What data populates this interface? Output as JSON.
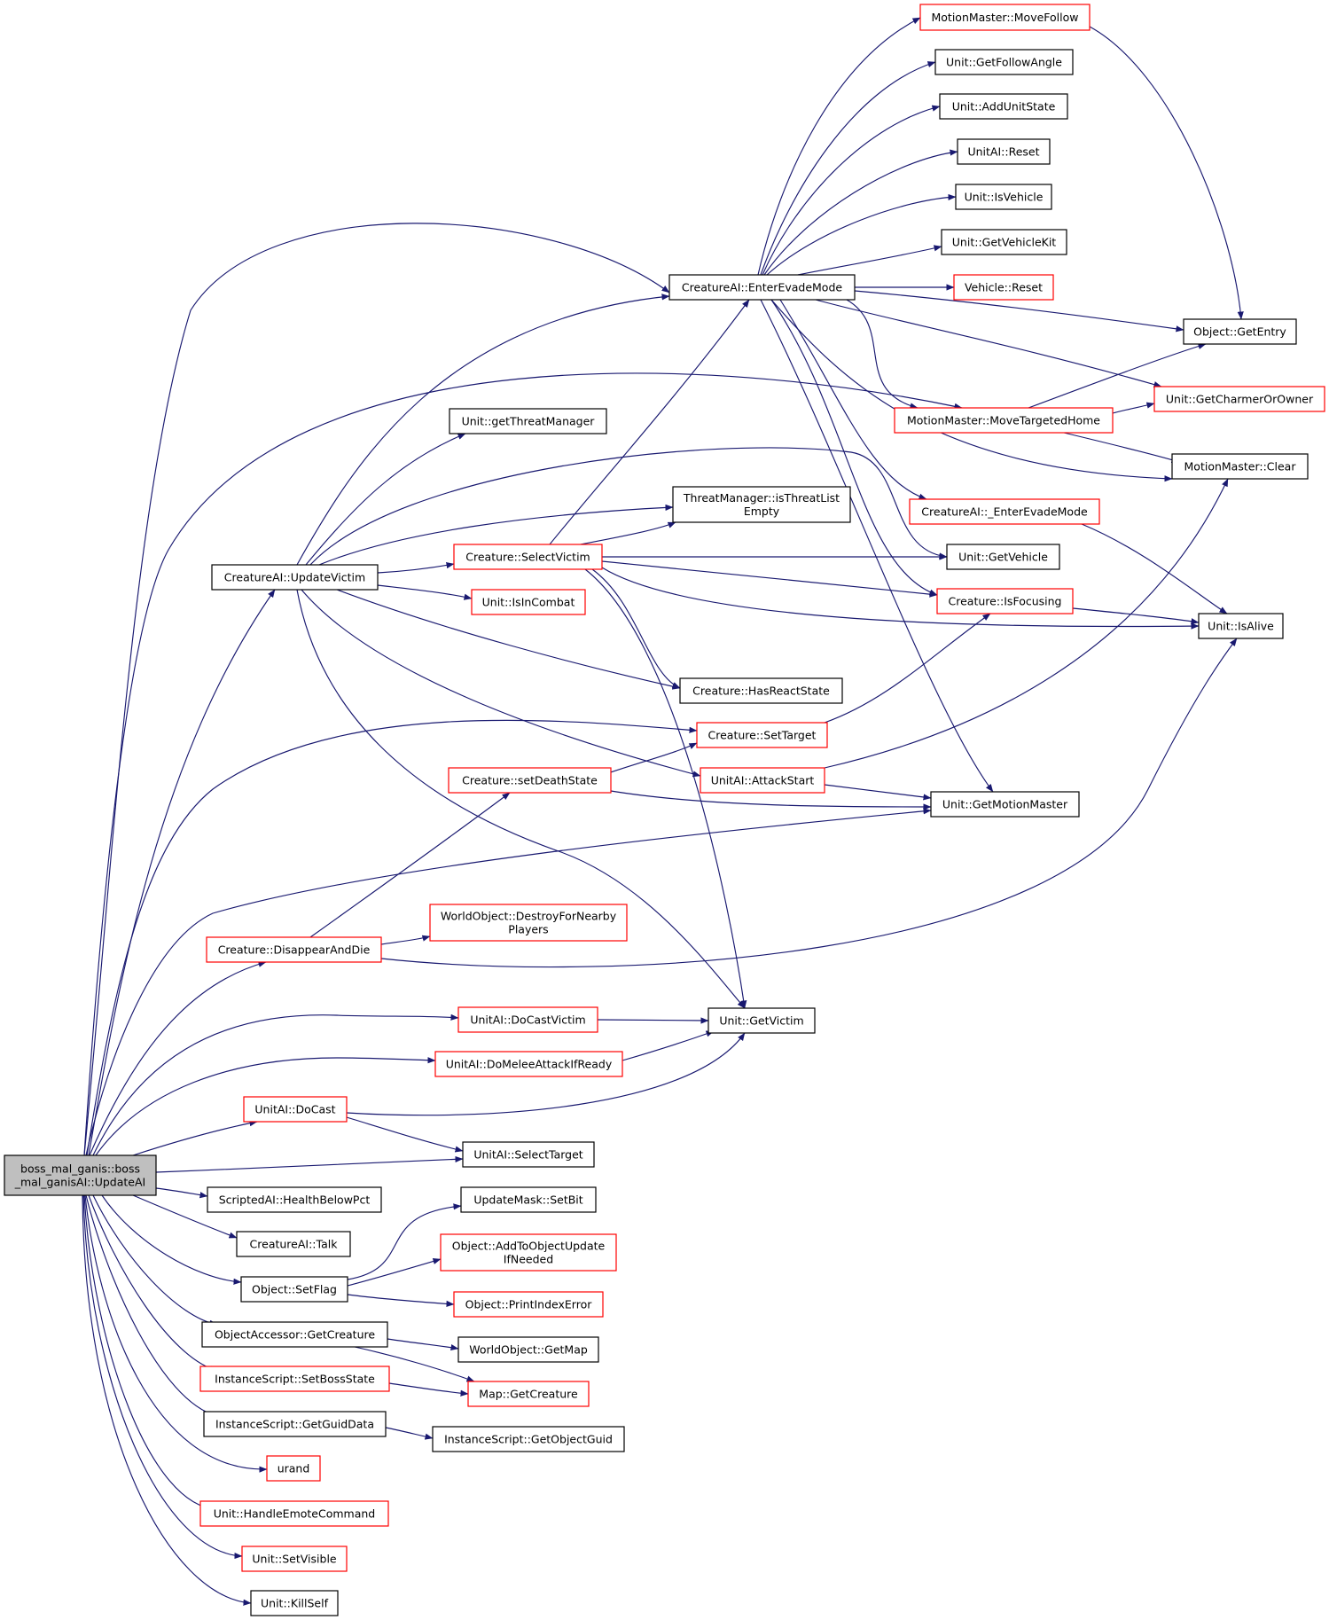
{
  "colors": {
    "edge": "#191970",
    "normal_border": "#000000",
    "truncated_border": "#ff0000",
    "root_fill": "#bfbfbf"
  },
  "nodes": [
    {
      "id": "root",
      "label": [
        "boss_mal_ganis::boss",
        "_mal_ganisAI::UpdateAI"
      ],
      "style": "root"
    },
    {
      "id": "moveFollow",
      "label": [
        "MotionMaster::MoveFollow"
      ],
      "style": "red"
    },
    {
      "id": "getFollowAngle",
      "label": [
        "Unit::GetFollowAngle"
      ],
      "style": "black"
    },
    {
      "id": "addUnitState",
      "label": [
        "Unit::AddUnitState"
      ],
      "style": "black"
    },
    {
      "id": "unitAIReset",
      "label": [
        "UnitAI::Reset"
      ],
      "style": "black"
    },
    {
      "id": "isVehicle",
      "label": [
        "Unit::IsVehicle"
      ],
      "style": "black"
    },
    {
      "id": "getVehicleKit",
      "label": [
        "Unit::GetVehicleKit"
      ],
      "style": "black"
    },
    {
      "id": "vehicleReset",
      "label": [
        "Vehicle::Reset"
      ],
      "style": "red"
    },
    {
      "id": "enterEvadeMode",
      "label": [
        "CreatureAI::EnterEvadeMode"
      ],
      "style": "black"
    },
    {
      "id": "getEntry",
      "label": [
        "Object::GetEntry"
      ],
      "style": "black"
    },
    {
      "id": "getCharmerOrOwner",
      "label": [
        "Unit::GetCharmerOrOwner"
      ],
      "style": "red"
    },
    {
      "id": "moveTargetedHome",
      "label": [
        "MotionMaster::MoveTargetedHome"
      ],
      "style": "red"
    },
    {
      "id": "getThreatManager",
      "label": [
        "Unit::getThreatManager"
      ],
      "style": "black"
    },
    {
      "id": "mmClear",
      "label": [
        "MotionMaster::Clear"
      ],
      "style": "black"
    },
    {
      "id": "isThreatListEmpty",
      "label": [
        "ThreatManager::isThreatList",
        "Empty"
      ],
      "style": "black"
    },
    {
      "id": "enterEvadeModeInt",
      "label": [
        "CreatureAI::_EnterEvadeMode"
      ],
      "style": "red"
    },
    {
      "id": "selectVictim",
      "label": [
        "Creature::SelectVictim"
      ],
      "style": "red"
    },
    {
      "id": "getVehicle",
      "label": [
        "Unit::GetVehicle"
      ],
      "style": "black"
    },
    {
      "id": "updateVictim",
      "label": [
        "CreatureAI::UpdateVictim"
      ],
      "style": "black"
    },
    {
      "id": "isInCombat",
      "label": [
        "Unit::IsInCombat"
      ],
      "style": "red"
    },
    {
      "id": "isFocusing",
      "label": [
        "Creature::IsFocusing"
      ],
      "style": "red"
    },
    {
      "id": "isAlive",
      "label": [
        "Unit::IsAlive"
      ],
      "style": "black"
    },
    {
      "id": "hasReactState",
      "label": [
        "Creature::HasReactState"
      ],
      "style": "black"
    },
    {
      "id": "setTarget",
      "label": [
        "Creature::SetTarget"
      ],
      "style": "red"
    },
    {
      "id": "setDeathState",
      "label": [
        "Creature::setDeathState"
      ],
      "style": "red"
    },
    {
      "id": "attackStart",
      "label": [
        "UnitAI::AttackStart"
      ],
      "style": "red"
    },
    {
      "id": "getMotionMaster",
      "label": [
        "Unit::GetMotionMaster"
      ],
      "style": "black"
    },
    {
      "id": "destroyForNearby",
      "label": [
        "WorldObject::DestroyForNearby",
        "Players"
      ],
      "style": "red"
    },
    {
      "id": "disappearAndDie",
      "label": [
        "Creature::DisappearAndDie"
      ],
      "style": "red"
    },
    {
      "id": "doCastVictim",
      "label": [
        "UnitAI::DoCastVictim"
      ],
      "style": "red"
    },
    {
      "id": "getVictim",
      "label": [
        "Unit::GetVictim"
      ],
      "style": "black"
    },
    {
      "id": "doMelee",
      "label": [
        "UnitAI::DoMeleeAttackIfReady"
      ],
      "style": "red"
    },
    {
      "id": "doCast",
      "label": [
        "UnitAI::DoCast"
      ],
      "style": "red"
    },
    {
      "id": "selectTarget",
      "label": [
        "UnitAI::SelectTarget"
      ],
      "style": "black"
    },
    {
      "id": "healthBelowPct",
      "label": [
        "ScriptedAI::HealthBelowPct"
      ],
      "style": "black"
    },
    {
      "id": "updateMaskSetBit",
      "label": [
        "UpdateMask::SetBit"
      ],
      "style": "black"
    },
    {
      "id": "talk",
      "label": [
        "CreatureAI::Talk"
      ],
      "style": "black"
    },
    {
      "id": "addToObjectUpdate",
      "label": [
        "Object::AddToObjectUpdate",
        "IfNeeded"
      ],
      "style": "red"
    },
    {
      "id": "setFlag",
      "label": [
        "Object::SetFlag"
      ],
      "style": "black"
    },
    {
      "id": "printIndexError",
      "label": [
        "Object::PrintIndexError"
      ],
      "style": "red"
    },
    {
      "id": "oaGetCreature",
      "label": [
        "ObjectAccessor::GetCreature"
      ],
      "style": "black"
    },
    {
      "id": "getMap",
      "label": [
        "WorldObject::GetMap"
      ],
      "style": "black"
    },
    {
      "id": "setBossState",
      "label": [
        "InstanceScript::SetBossState"
      ],
      "style": "red"
    },
    {
      "id": "mapGetCreature",
      "label": [
        "Map::GetCreature"
      ],
      "style": "red"
    },
    {
      "id": "getGuidData",
      "label": [
        "InstanceScript::GetGuidData"
      ],
      "style": "black"
    },
    {
      "id": "getObjectGuid",
      "label": [
        "InstanceScript::GetObjectGuid"
      ],
      "style": "black"
    },
    {
      "id": "urand",
      "label": [
        "urand"
      ],
      "style": "red"
    },
    {
      "id": "handleEmote",
      "label": [
        "Unit::HandleEmoteCommand"
      ],
      "style": "red"
    },
    {
      "id": "setVisible",
      "label": [
        "Unit::SetVisible"
      ],
      "style": "red"
    },
    {
      "id": "killSelf",
      "label": [
        "Unit::KillSelf"
      ],
      "style": "black"
    }
  ]
}
